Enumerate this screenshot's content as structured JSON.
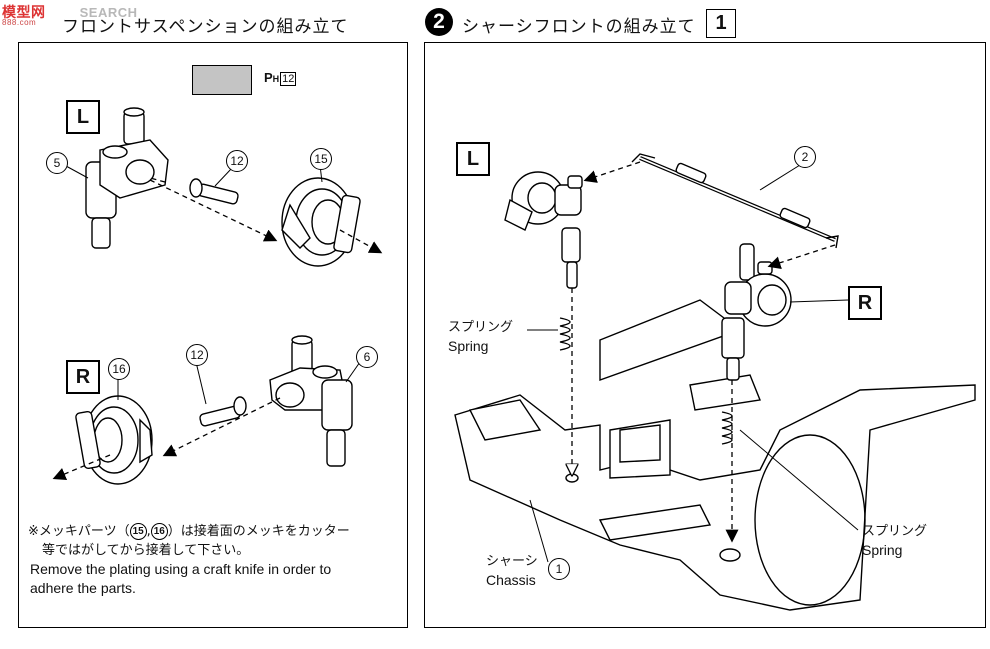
{
  "watermark": {
    "text": "SEARCH",
    "logo": "模型网",
    "sub": "888.com"
  },
  "step1": {
    "title": "フロントサスペンションの組み立て",
    "paint": {
      "code": "H",
      "number": "12"
    },
    "left_label": "L",
    "right_label": "R",
    "parts_left": [
      "5",
      "12",
      "15"
    ],
    "parts_right": [
      "16",
      "12",
      "6"
    ],
    "note_ja_prefix": "※メッキパーツ（",
    "note_ja_suffix": "）は接着面のメッキをカッター",
    "note_ja_line2": "等ではがしてから接着して下さい。",
    "note_parts": [
      "15",
      "16"
    ],
    "note_en_line1": "Remove the plating using a craft knife in order to",
    "note_en_line2": "adhere the parts."
  },
  "step2": {
    "number": "2",
    "title": "シャーシフロントの組み立て",
    "ref": "1",
    "left_label": "L",
    "right_label": "R",
    "rod_part": "2",
    "spring_left_ja": "スプリング",
    "spring_left_en": "Spring",
    "spring_right_ja": "スプリング",
    "spring_right_en": "Spring",
    "chassis_ja": "シャーシ",
    "chassis_en": "Chassis",
    "chassis_part": "1"
  },
  "colors": {
    "paint_swatch": "#c4c4c4",
    "ink": "#111111"
  }
}
